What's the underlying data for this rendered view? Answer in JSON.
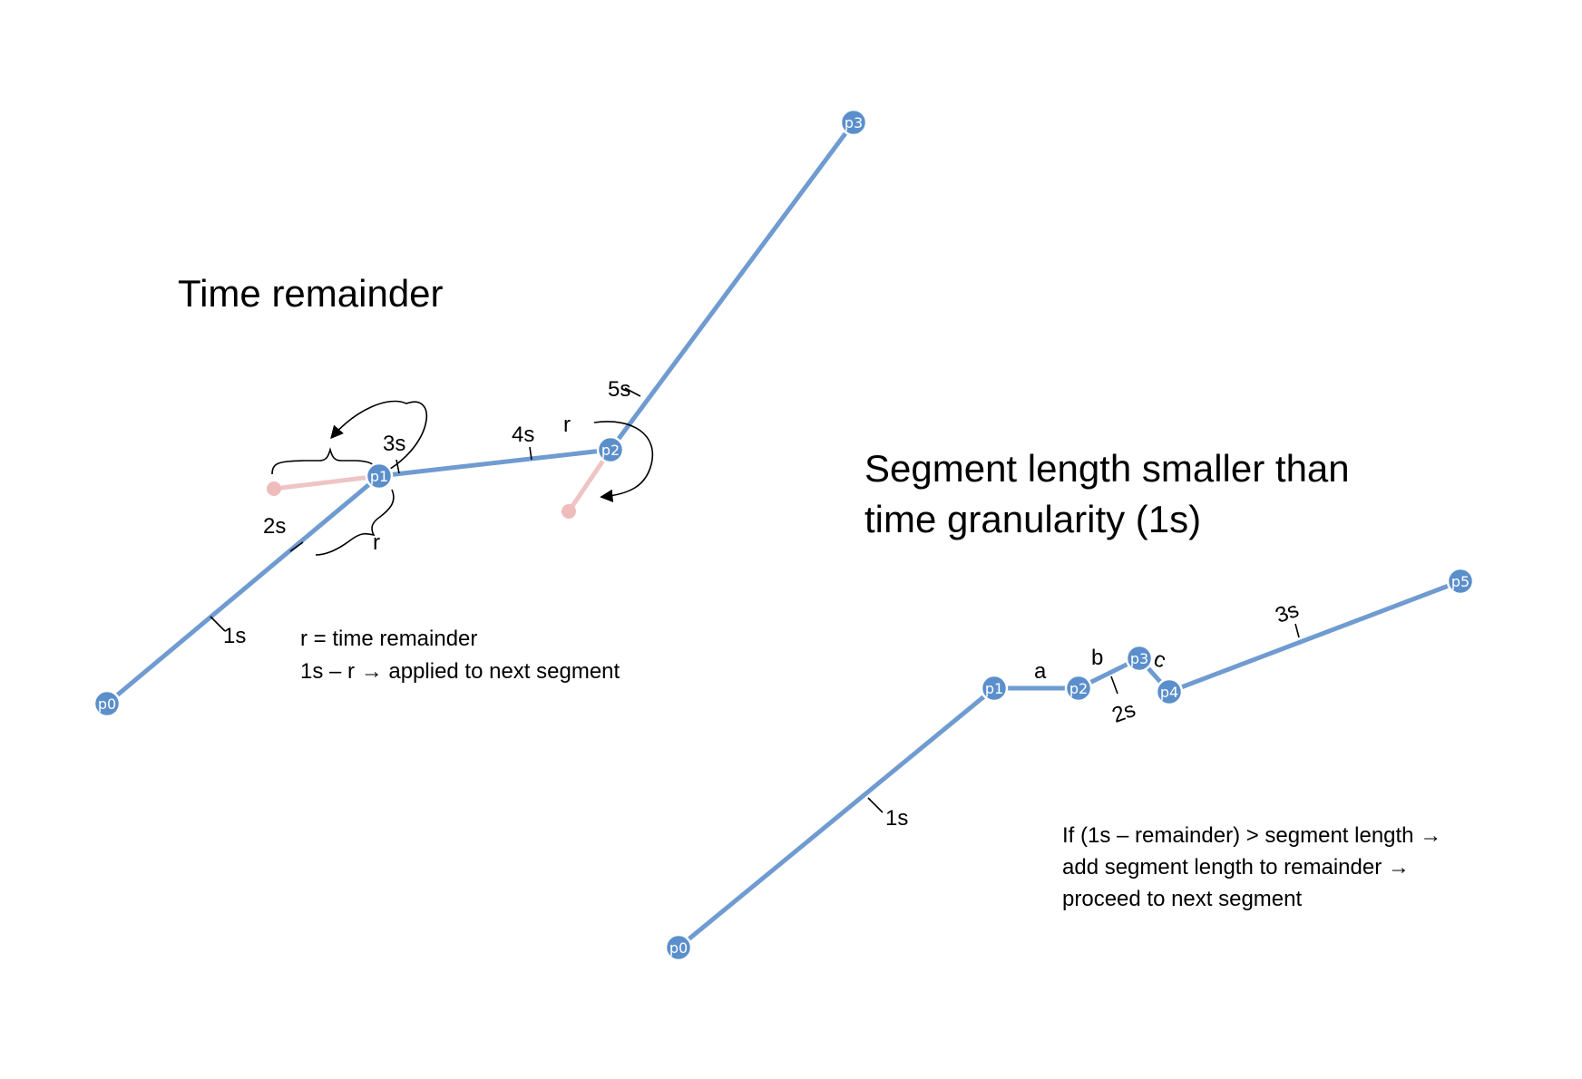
{
  "left": {
    "title": "Time remainder",
    "nodes": [
      "p0",
      "p1",
      "p2",
      "p3"
    ],
    "ticks": [
      "1s",
      "2s",
      "3s",
      "4s",
      "5s"
    ],
    "remainder_symbol": "r",
    "note_line1": "r = time remainder",
    "note_line2": "1s – r → applied to next segment"
  },
  "right": {
    "title_line1": "Segment length smaller than",
    "title_line2": "time granularity (1s)",
    "nodes": [
      "p0",
      "p1",
      "p2",
      "p3",
      "p4",
      "p5"
    ],
    "ticks": [
      "1s",
      "2s",
      "3s"
    ],
    "segment_labels": [
      "a",
      "b",
      "c"
    ],
    "note_line1": "If (1s – remainder) > segment length →",
    "note_line2": "add segment length to remainder →",
    "note_line3": "proceed to next segment"
  },
  "colors": {
    "path": "#6f9bd1",
    "node": "#5b8fcc",
    "ghost": "#efc4c4"
  }
}
